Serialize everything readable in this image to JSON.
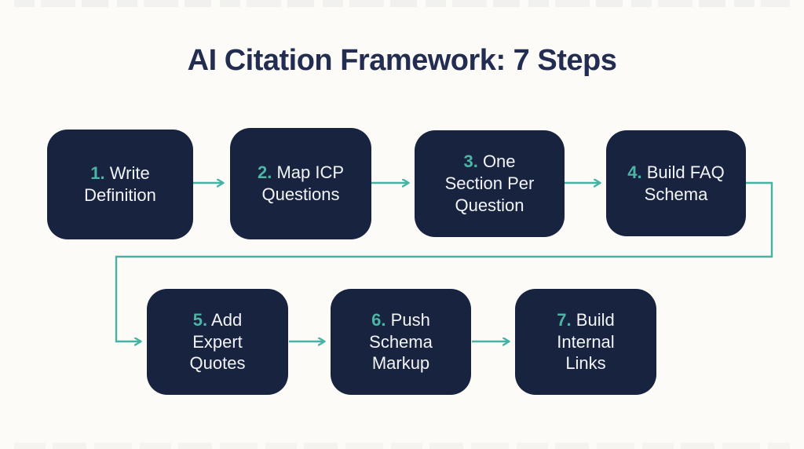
{
  "title": "AI Citation Framework: 7 Steps",
  "colors": {
    "background": "#fcfbf8",
    "box_fill": "#17233f",
    "accent_teal": "#45b2a3",
    "title_navy": "#232d52",
    "box_text": "#f2f4f7"
  },
  "steps": [
    {
      "number": "1.",
      "label": "Write Definition"
    },
    {
      "number": "2.",
      "label": "Map ICP Questions"
    },
    {
      "number": "3.",
      "label": "One Section Per Question"
    },
    {
      "number": "4.",
      "label": "Build FAQ Schema"
    },
    {
      "number": "5.",
      "label": "Add Expert Quotes"
    },
    {
      "number": "6.",
      "label": "Push Schema Markup"
    },
    {
      "number": "7.",
      "label": "Build Internal Links"
    }
  ]
}
